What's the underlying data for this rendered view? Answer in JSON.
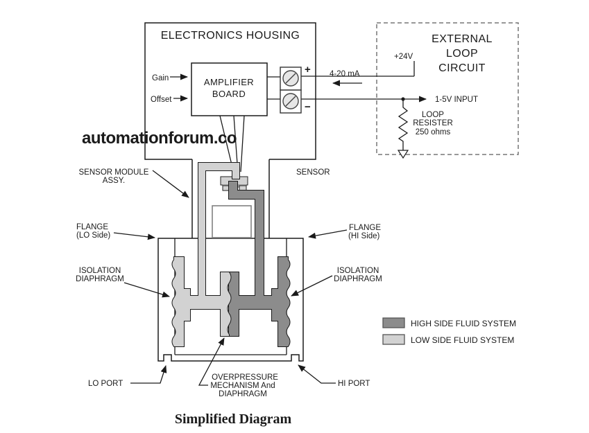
{
  "watermark": {
    "text": "automationforum.co",
    "color": "#8a1026"
  },
  "caption": {
    "text": "Simplified Diagram"
  },
  "housing": {
    "title": "ELECTRONICS HOUSING",
    "amplifier_line1": "AMPLIFIER",
    "amplifier_line2": "BOARD",
    "gain": "Gain",
    "offset": "Offset",
    "plus": "+",
    "minus": "−"
  },
  "loop_circuit": {
    "title1": "EXTERNAL",
    "title2": "LOOP",
    "title3": "CIRCUIT",
    "supply": "+24V",
    "current": "4-20 mA",
    "input": "1-5V INPUT",
    "res1": "LOOP",
    "res2": "RESISTER",
    "res3": "250 ohms"
  },
  "labels": {
    "sensor_module1": "SENSOR MODULE",
    "sensor_module2": "ASSY.",
    "sensor": "SENSOR",
    "flange_lo1": "FLANGE",
    "flange_lo2": "(LO Side)",
    "flange_hi1": "FLANGE",
    "flange_hi2": "(HI Side)",
    "iso_left1": "ISOLATION",
    "iso_left2": "DIAPHRAGM",
    "iso_right1": "ISOLATION",
    "iso_right2": "DIAPHRAGM",
    "lo_port": "LO PORT",
    "hi_port": "HI PORT",
    "overpressure1": "OVERPRESSURE",
    "overpressure2": "MECHANISM And",
    "overpressure3": "DIAPHRAGM"
  },
  "legend": {
    "high_label": "HIGH SIDE FLUID SYSTEM",
    "high_color": "#8c8c8c",
    "low_label": "LOW SIDE FLUID SYSTEM",
    "low_color": "#d2d2d2"
  }
}
